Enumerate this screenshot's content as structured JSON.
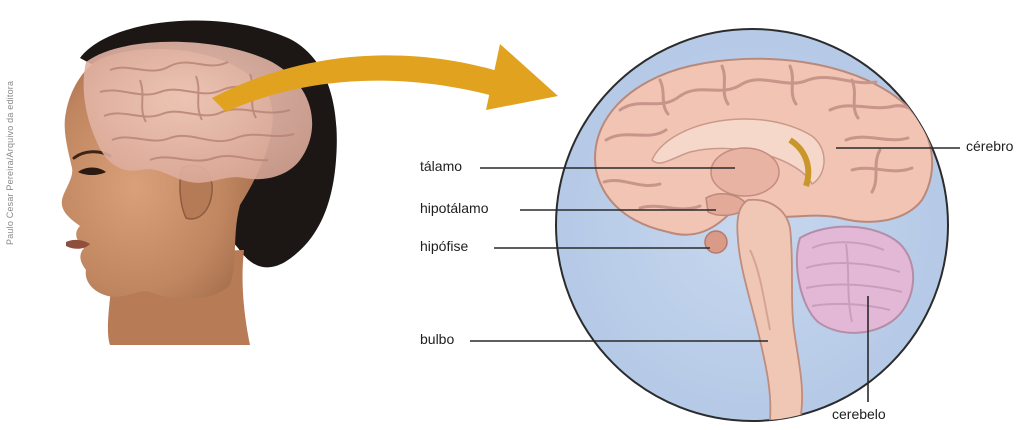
{
  "credit": "Paulo Cesar Pereira/Arquivo da editora",
  "labels": {
    "talamo": "tálamo",
    "hipotalamo": "hipotálamo",
    "hipofise": "hipófise",
    "bulbo": "bulbo",
    "cerebro": "cérebro",
    "cerebelo": "cerebelo"
  },
  "colors": {
    "arrow": "#e1a21f",
    "circle_fill": "#bdd0ea",
    "brain": "#f2c4b4",
    "cerebellum": "#e2b8d6",
    "hair": "#1c1714",
    "skin": "#c38a63"
  }
}
